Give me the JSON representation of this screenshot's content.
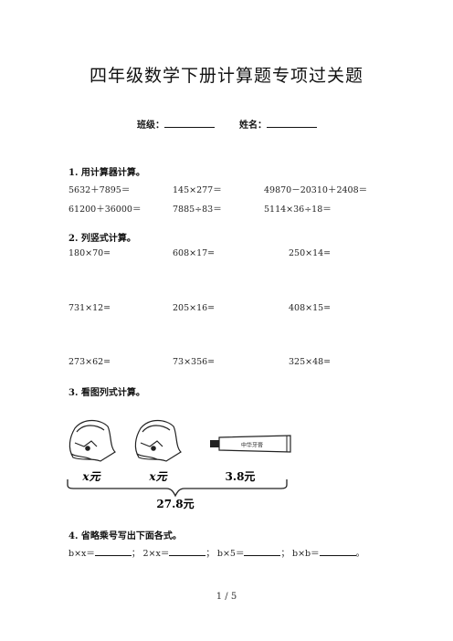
{
  "title": "四年级数学下册计算题专项过关题",
  "header": {
    "class_label": "班级：",
    "name_label": "姓名："
  },
  "s1": {
    "heading": "1.  用计算器计算。",
    "items": [
      "5632＋7895＝",
      "145×277＝",
      "49870－20310＋2408＝",
      "61200＋36000＝",
      "7885÷83＝",
      "5114×36÷18＝"
    ]
  },
  "s2": {
    "heading": "2.  列竖式计算。",
    "items": [
      "180×70=",
      "608×17=",
      "250×14=",
      "731×12=",
      "205×16=",
      "408×15=",
      "273×62=",
      "73×356=",
      "325×48="
    ]
  },
  "s3": {
    "heading": "3.  看图列式计算。",
    "labels": [
      "x元",
      "x元",
      "3.8元"
    ],
    "total": "27.8元",
    "tube_text": "中华牙膏"
  },
  "s4": {
    "heading": "4.  省略乘号写出下面各式。",
    "items": [
      "b×x＝",
      "2×x＝",
      "b×5＝",
      "b×b＝"
    ],
    "seps": [
      "；",
      "；",
      "；",
      "。"
    ]
  },
  "page_number": "1 / 5"
}
